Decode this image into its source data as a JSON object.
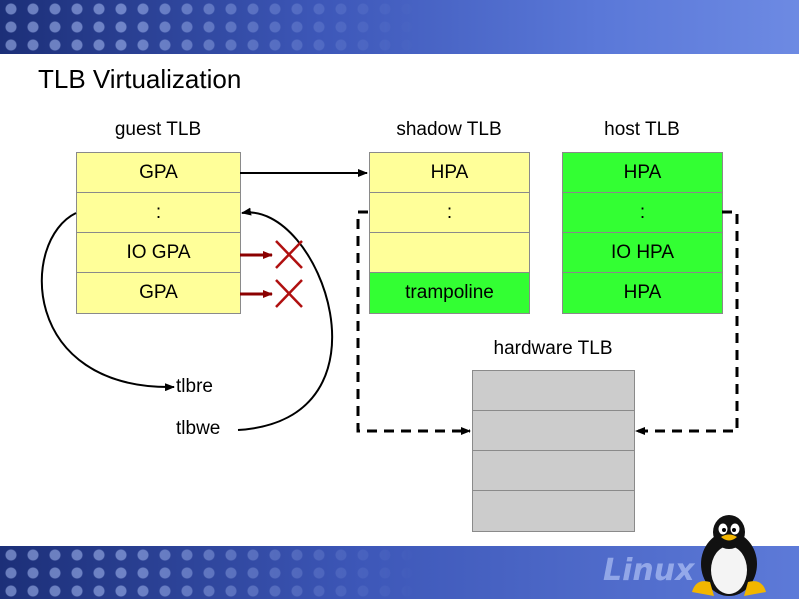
{
  "slide": {
    "title": "TLB Virtualization"
  },
  "guest_tlb": {
    "label": "guest TLB",
    "rows": [
      "GPA",
      ":",
      "IO GPA",
      "GPA"
    ]
  },
  "shadow_tlb": {
    "label": "shadow TLB",
    "rows": [
      "HPA",
      ":",
      "",
      "trampoline"
    ]
  },
  "host_tlb": {
    "label": "host TLB",
    "rows": [
      "HPA",
      ":",
      "IO HPA",
      "HPA"
    ]
  },
  "hardware_tlb": {
    "label": "hardware TLB",
    "rows": [
      "",
      "",
      "",
      ""
    ]
  },
  "instructions": {
    "tlbre": "tlbre",
    "tlbwe": "tlbwe"
  },
  "branding": {
    "linux_wordmark": "Linux"
  },
  "colors": {
    "guest": "#ffff99",
    "shadow": "#ffff99",
    "shadow_trampoline": "#33ff33",
    "host": "#33ff33",
    "hardware": "#cccccc",
    "blocked_arrow": "#8b0000",
    "blocked_cross": "#b01010",
    "banner": "#3d57b8"
  }
}
